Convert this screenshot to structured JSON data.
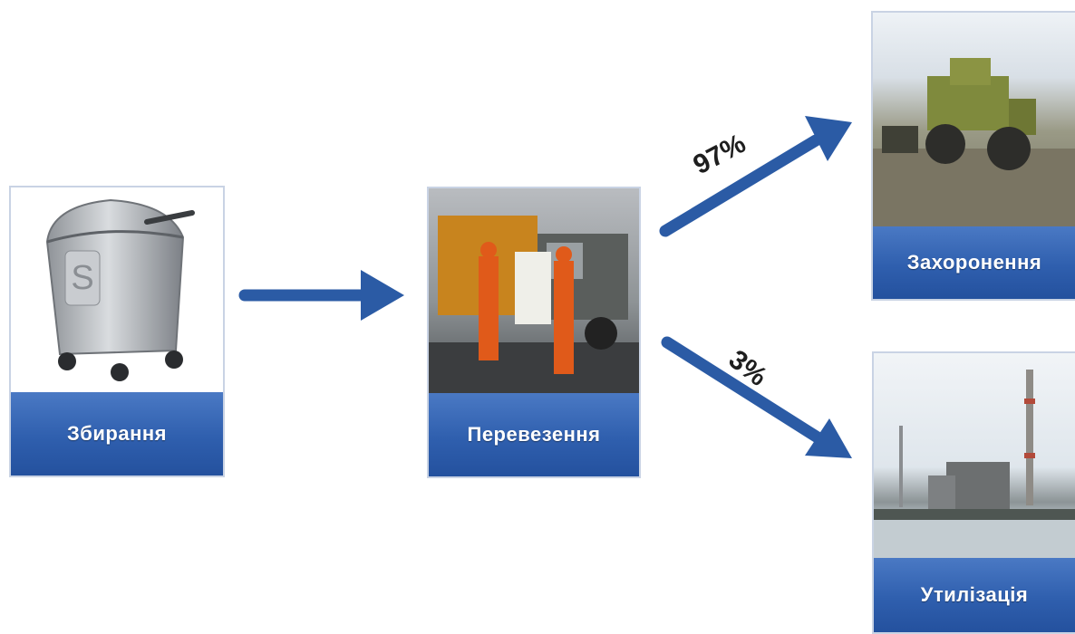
{
  "diagram": {
    "steps": [
      {
        "id": "collect",
        "label": "Збирання",
        "picture": "waste-container"
      },
      {
        "id": "transport",
        "label": "Перевезення",
        "picture": "garbage-truck-workers"
      },
      {
        "id": "landfill",
        "label": "Захоронення",
        "picture": "landfill-compactor"
      },
      {
        "id": "recycle",
        "label": "Утилізація",
        "picture": "incineration-plant"
      }
    ],
    "flows": [
      {
        "from": "collect",
        "to": "transport",
        "value": ""
      },
      {
        "from": "transport",
        "to": "landfill",
        "value": "97%"
      },
      {
        "from": "transport",
        "to": "recycle",
        "value": "3%"
      }
    ]
  },
  "colors": {
    "arrow": "#2b5ba5",
    "label_bg": "#2f5fae",
    "label_text": "#ffffff"
  }
}
